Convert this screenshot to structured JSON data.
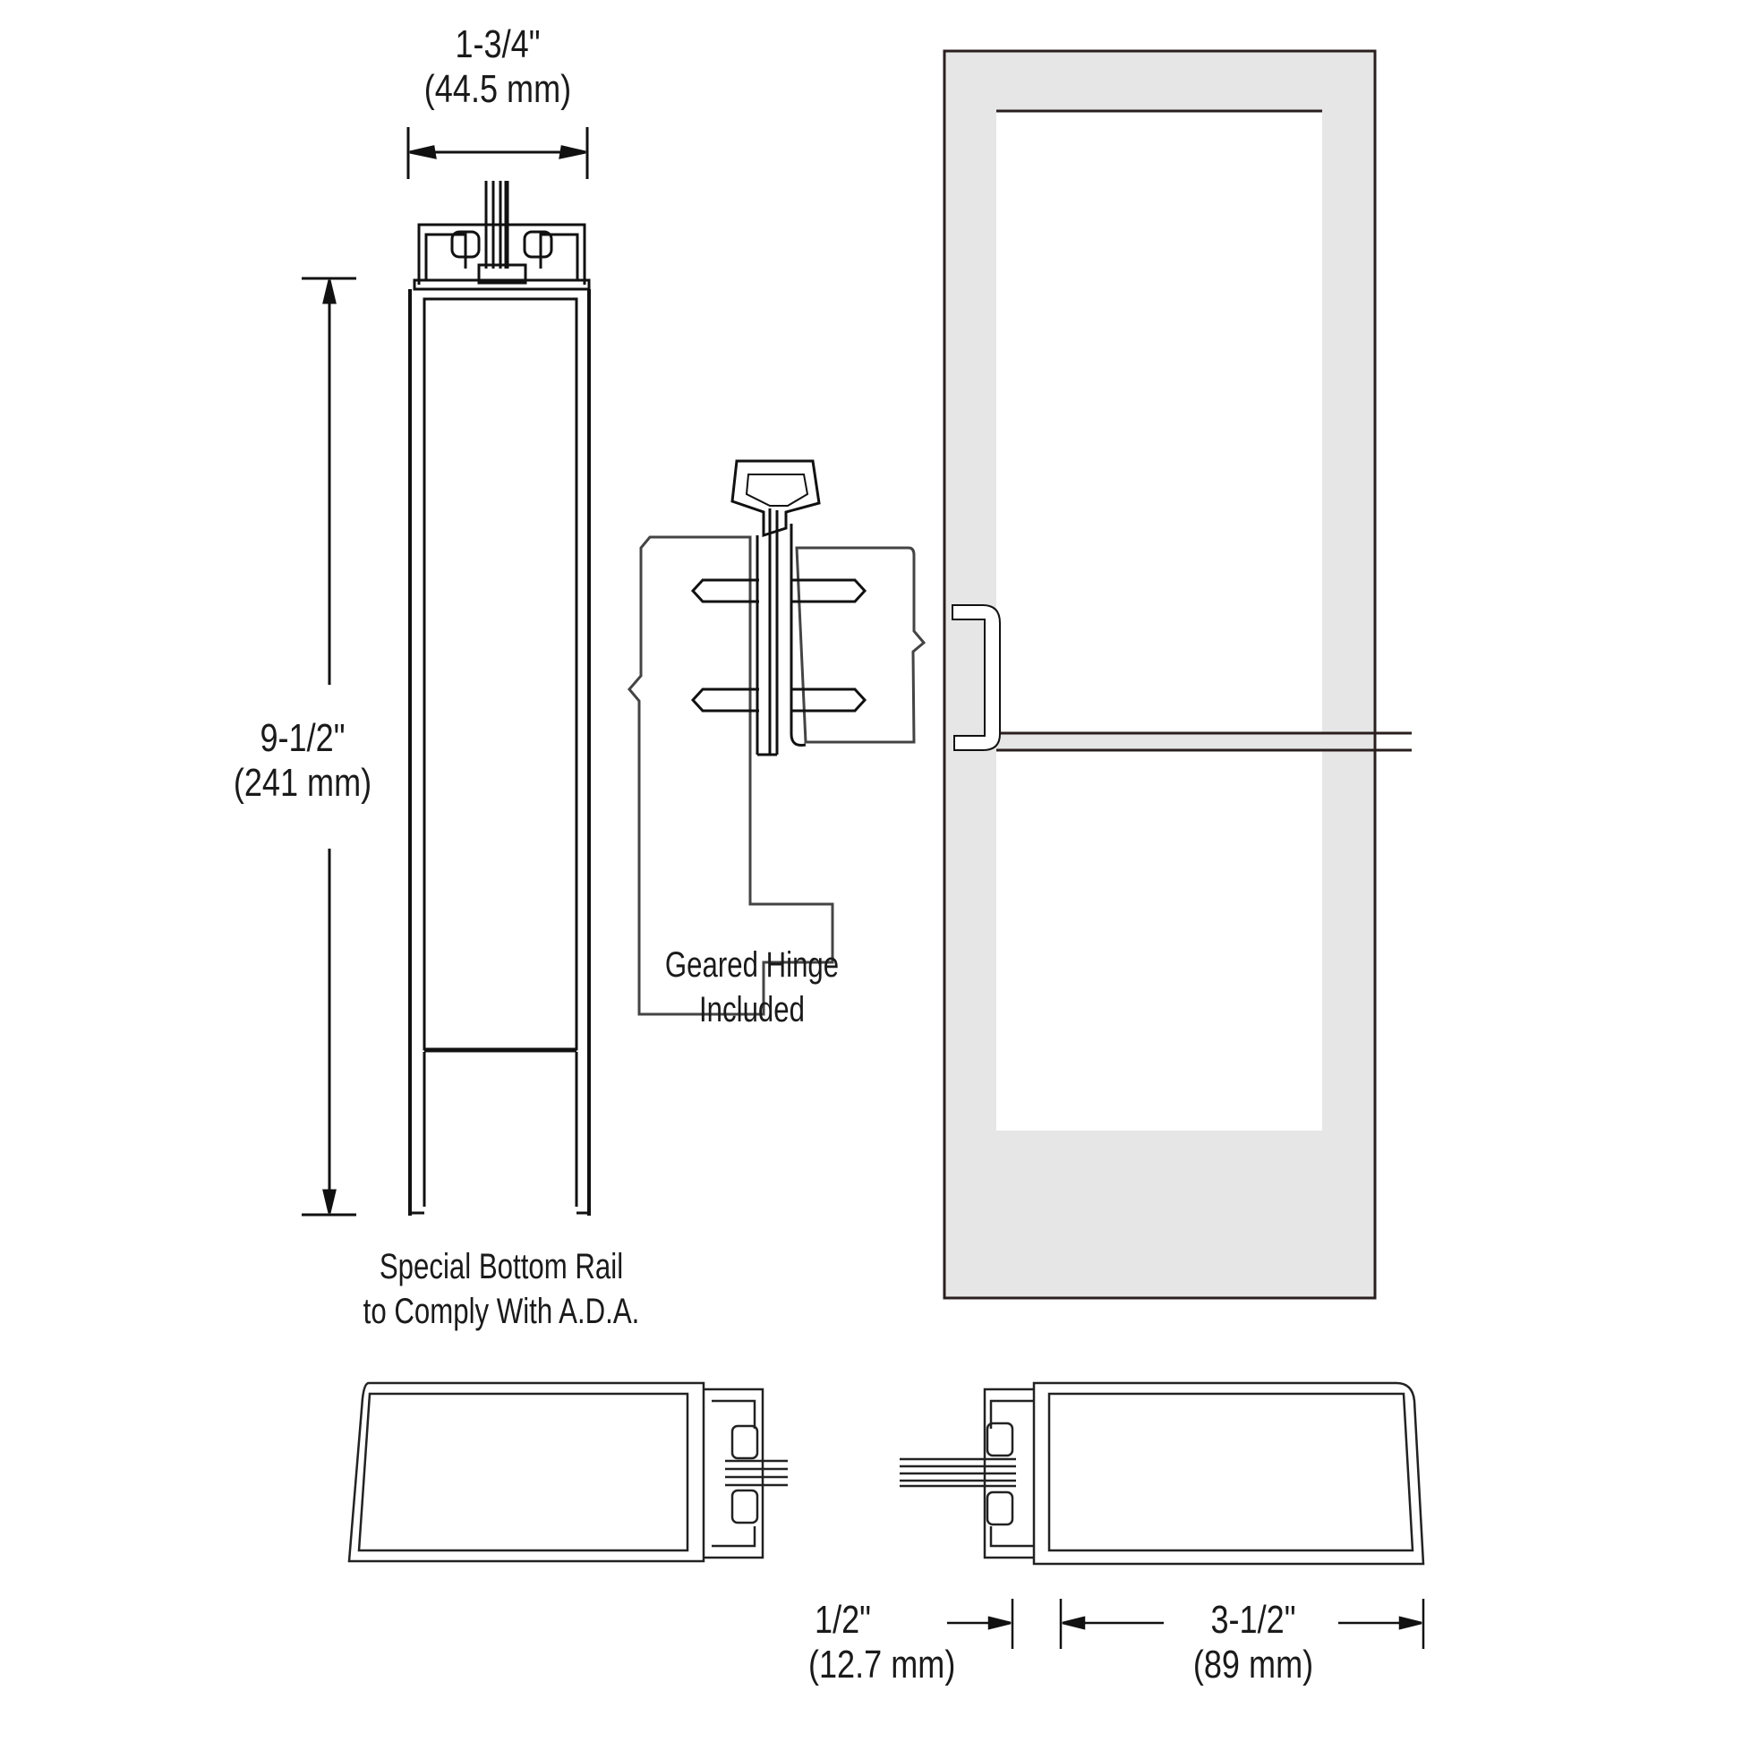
{
  "section_view": {
    "width_dimension": {
      "imperial": "1-3/4\"",
      "metric": "(44.5 mm)"
    },
    "height_dimension": {
      "imperial": "9-1/2\"",
      "metric": "(241 mm)"
    },
    "caption_line1": "Special Bottom Rail",
    "caption_line2": "to Comply With A.D.A."
  },
  "hinge_detail": {
    "caption_line1": "Geared Hinge",
    "caption_line2": "Included"
  },
  "door_elevation": {
    "frame_color": "#e6e6e6",
    "glass_color": "#ffffff",
    "outline_color": "#2a1f1f",
    "lites": 2,
    "has_pull_handle": true
  },
  "plan_view": {
    "stile_dimension": {
      "imperial": "1/2\"",
      "metric": "(12.7 mm)"
    },
    "rail_dimension": {
      "imperial": "3-1/2\"",
      "metric": "(89 mm)"
    }
  }
}
